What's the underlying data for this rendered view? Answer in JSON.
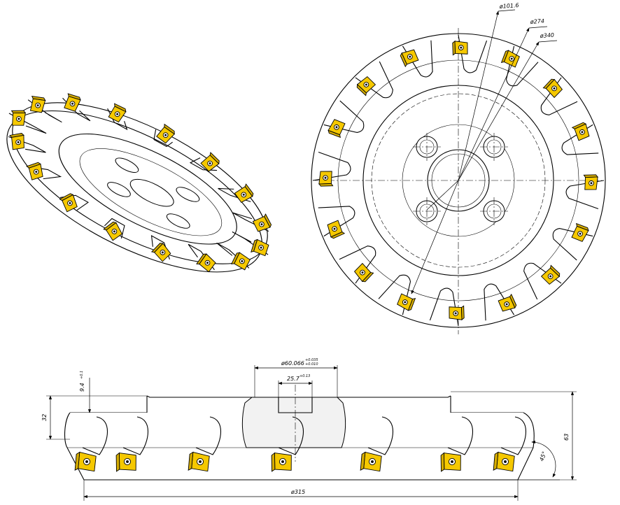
{
  "colors": {
    "insert": "#f5c800",
    "insert_shade": "#d6ad00",
    "line": "#000000",
    "paper": "#ffffff"
  },
  "dimensions": {
    "d_outer": "ø101.6",
    "d_mid": "ø274",
    "d_inner": "ø340",
    "bore": "ø60.066",
    "bore_tol_upper": "+0.035",
    "bore_tol_lower": "+0.010",
    "keyway": "25.7",
    "keyway_tol": "+0.13",
    "key_depth": "9.4",
    "key_depth_tol": "+0.1",
    "height_left": "32",
    "height_right": "63",
    "diameter_bottom": "ø315",
    "angle": "45°"
  },
  "icons": {
    "insert": "square-carbide-insert-icon",
    "screw": "insert-screw-icon",
    "bolt_hole": "bolt-hole-icon"
  }
}
